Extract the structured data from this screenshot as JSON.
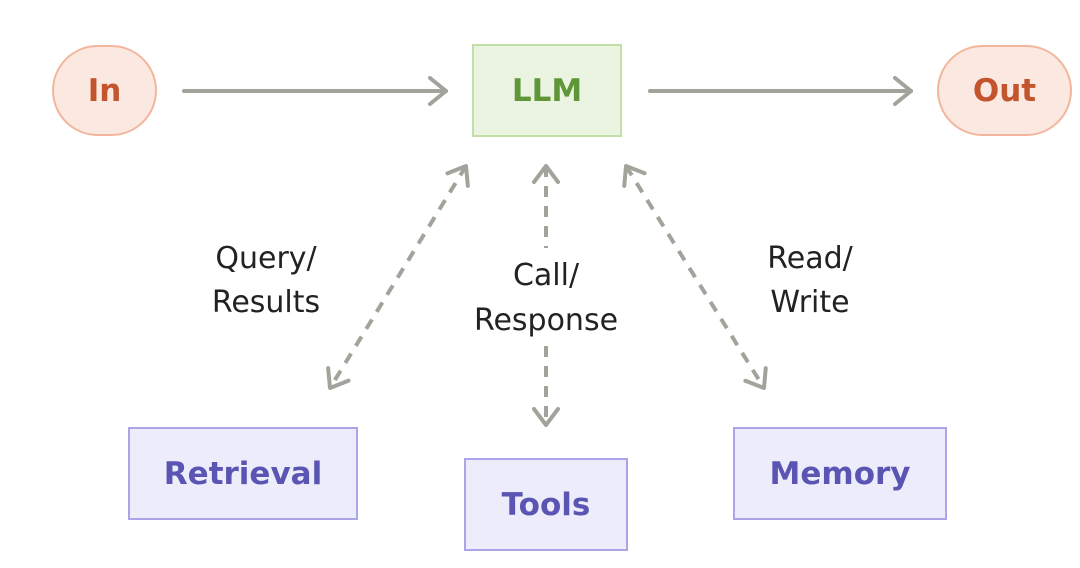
{
  "colors": {
    "io_fill": "#fbe9e1",
    "io_stroke": "#f3b69d",
    "io_text": "#c2552d",
    "llm_fill": "#eaf4e1",
    "llm_stroke": "#c1dfa6",
    "llm_text": "#5f9637",
    "aug_fill": "#ececfb",
    "aug_stroke": "#a9a5e6",
    "aug_text": "#5a54b3",
    "edge": "#a3a39c",
    "edge_label": "#222222"
  },
  "nodes": {
    "input": {
      "label": "In"
    },
    "llm": {
      "label": "LLM"
    },
    "output": {
      "label": "Out"
    },
    "retrieval": {
      "label": "Retrieval"
    },
    "tools": {
      "label": "Tools"
    },
    "memory": {
      "label": "Memory"
    }
  },
  "edges": {
    "retrieval": {
      "line1": "Query/",
      "line2": "Results"
    },
    "tools": {
      "line1": "Call/",
      "line2": "Response"
    },
    "memory": {
      "line1": "Read/",
      "line2": "Write"
    }
  }
}
